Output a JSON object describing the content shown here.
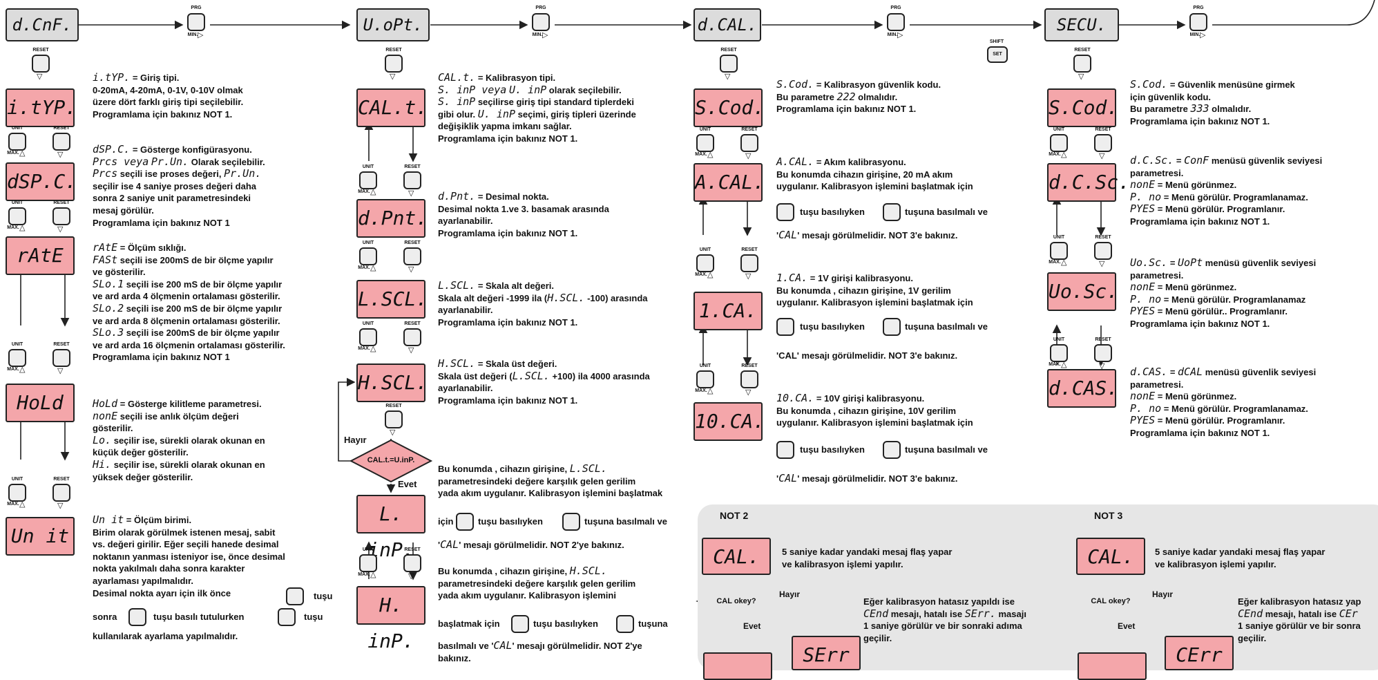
{
  "top": {
    "menus": [
      "d.CnF.",
      "U.oPt.",
      "d.CAL.",
      "SECU."
    ],
    "prg_label": "PRG",
    "min_label": "MIN."
  },
  "buttons": {
    "reset": "RESET",
    "unit": "UNIT",
    "max": "MAX.",
    "shift": "SHIFT",
    "set": "SET"
  },
  "col1": {
    "params": [
      "i.tYP.",
      "dSP.C.",
      "rAtE",
      "HoLd",
      "Un it"
    ],
    "itype": {
      "title": "= Giriş tipi.",
      "lines": [
        "0-20mA, 4-20mA, 0-1V, 0-10V olmak",
        "üzere dört farklı giriş tipi seçilebilir.",
        "Programlama için bakınız NOT 1."
      ]
    },
    "dspc": {
      "title": "= Gösterge konfigürasyonu.",
      "l1a": "Prcs veya",
      "l1b": "Pr.Un.",
      "l1c": "Olarak seçilebilir.",
      "l2a": "Prcs",
      "l2b": "seçili ise proses değeri,",
      "l2c": "Pr.Un.",
      "lines": [
        "seçilir ise 4 saniye proses değeri daha",
        "sonra 2 saniye unit parametresindeki",
        "mesaj görülür.",
        "Programlama için bakınız NOT 1"
      ]
    },
    "rate": {
      "title": "= Ölçüm sıklığı.",
      "items": [
        {
          "code": "FASt",
          "text": "seçili ise 200mS de bir ölçme yapılır"
        },
        {
          "code": "",
          "text": "ve gösterilir."
        },
        {
          "code": "SLo.1",
          "text": "seçili ise 200 mS de bir ölçme yapılır"
        },
        {
          "code": "",
          "text": "ve ard arda 4 ölçmenin ortalaması gösterilir."
        },
        {
          "code": "SLo.2",
          "text": "seçili ise 200 mS de bir ölçme yapılır"
        },
        {
          "code": "",
          "text": "ve ard arda 8 ölçmenin ortalaması gösterilir."
        },
        {
          "code": "SLo.3",
          "text": "seçili ise 200mS de bir ölçme yapılır"
        },
        {
          "code": "",
          "text": "ve ard arda 16 ölçmenin ortalaması gösterilir."
        },
        {
          "code": "",
          "text": "Programlama için bakınız NOT 1"
        }
      ]
    },
    "hold": {
      "title": "= Gösterge kilitleme parametresi.",
      "items": [
        {
          "code": "nonE",
          "text": "seçili ise anlık ölçüm değeri"
        },
        {
          "code": "",
          "text": "gösterilir."
        },
        {
          "code": "Lo.",
          "text": "seçilir ise, sürekli olarak okunan en"
        },
        {
          "code": "",
          "text": "küçük değer gösterilir."
        },
        {
          "code": "Hi.",
          "text": "seçilir ise, sürekli olarak okunan en"
        },
        {
          "code": "",
          "text": "yüksek değer gösterilir."
        }
      ]
    },
    "unit": {
      "title": "= Ölçüm birimi.",
      "lines": [
        "Birim olarak görülmek istenen mesaj, sabit",
        "vs. değeri girilir. Eğer seçili hanede desimal",
        "noktanın yanması isteniyor ise, önce desimal",
        "nokta yakılmalı daha sonra karakter",
        "ayarlaması  yapılmalıdır.",
        "Desimal nokta ayarı için ilk önce"
      ],
      "tusu": "tuşu",
      "sonra": "sonra",
      "tusu_basili": "tuşu basılı tutulurken",
      "tusu2": "tuşu",
      "last": "kullanılarak ayarlama yapılmalıdır."
    }
  },
  "col2": {
    "params": [
      "CAL.t.",
      "d.Pnt.",
      "L.SCL.",
      "H.SCL.",
      "L. inP.",
      "H. inP."
    ],
    "calt": {
      "title": "= Kalibrasyon tipi.",
      "l1a": "S. inP veya",
      "l1b": "U. inP",
      "l1c": "olarak seçilebilir.",
      "l2a": "S. inP",
      "l2b": "seçilirse giriş tipi standard tiplerdeki",
      "l3a": "gibi olur.",
      "l3b": "U. inP",
      "l3c": "seçimi, giriş tipleri üzerinde",
      "lines": [
        "değişiklik yapma imkanı sağlar.",
        "Programlama için bakınız NOT 1."
      ]
    },
    "dpnt": {
      "title": "= Desimal nokta.",
      "lines": [
        "Desimal nokta 1.ve 3. basamak arasında",
        "ayarlanabilir.",
        "Programlama için bakınız NOT 1."
      ]
    },
    "lscl": {
      "title": "= Skala alt değeri.",
      "l1a": "Skala alt değeri -1999 ila (",
      "l1b": "H.SCL.",
      "l1c": "-100) arasında",
      "lines": [
        "ayarlanabilir.",
        "Programlama için bakınız NOT 1."
      ]
    },
    "hscl": {
      "title": "= Skala üst değeri.",
      "l1a": "Skala üst değeri (",
      "l1b": "L.SCL.",
      "l1c": "+100) ila 4000 arasında",
      "lines": [
        "ayarlanabilir.",
        "Programlama için bakınız NOT 1."
      ]
    },
    "decision": {
      "label": "CAL.t.=U.inP.",
      "no": "Hayır",
      "yes": "Evet"
    },
    "linp": {
      "l1a": "Bu konumda , cihazın girişine,",
      "l1b": "L.SCL.",
      "lines": [
        "parametresindeki değere karşılık gelen gerilim",
        "yada akım uygulanır. Kalibrasyon işlemini başlatmak"
      ],
      "for": "için",
      "pressed": "tuşu basılıyken",
      "press": "tuşuna basılmalı ve",
      "end_a": "'",
      "end_b": "CAL",
      "end_c": "' mesajı görülmelidir. NOT 2'ye bakınız."
    },
    "hinp": {
      "l1a": "Bu konumda , cihazın girişine,",
      "l1b": "H.SCL.",
      "lines": [
        "parametresindeki değere karşılık gelen gerilim",
        "yada akım uygulanır. Kalibrasyon işlemini"
      ],
      "start": "başlatmak için",
      "pressed": "tuşu basılıyken",
      "press": "tuşuna",
      "end1_a": "basılmalı ve '",
      "end1_b": "CAL",
      "end1_c": "' mesajı görülmelidir. NOT 2'ye",
      "end2": "bakınız."
    }
  },
  "col3": {
    "params": [
      "S.Cod.",
      "A.CAL.",
      "1.CA.",
      "10.CA."
    ],
    "scod": {
      "title": "= Kalibrasyon güvenlik kodu.",
      "l1a": "Bu parametre",
      "l1b": "222",
      "l1c": "olmalıdır.",
      "lines": [
        "Programlama için bakınız NOT 1."
      ]
    },
    "acal": {
      "title": "= Akım kalibrasyonu.",
      "lines": [
        "Bu konumda cihazın girişine, 20 mA akım",
        "uygulanır. Kalibrasyon işlemini başlatmak için"
      ],
      "pressed": "tuşu basılıyken",
      "press": "tuşuna basılmalı ve",
      "end_a": "'",
      "end_b": "CAL",
      "end_c": "' mesajı görülmelidir. NOT 3'e bakınız."
    },
    "ica": {
      "title": "= 1V girişi kalibrasyonu.",
      "lines": [
        "Bu konumda , cihazın girişine, 1V gerilim",
        "uygulanır. Kalibrasyon işlemini başlatmak için"
      ],
      "pressed": "tuşu basılıyken",
      "press": "tuşuna basılmalı ve",
      "end": "'CAL' mesajı görülmelidir. NOT 3'e bakınız."
    },
    "tenca": {
      "title": "= 10V girişi kalibrasyonu.",
      "lines": [
        "Bu konumda , cihazın girişine, 10V gerilim",
        "uygulanır. Kalibrasyon işlemini başlatmak için"
      ],
      "pressed": "tuşu basılıyken",
      "press": "tuşuna basılmalı ve",
      "end_a": "'",
      "end_b": "CAL",
      "end_c": "' mesajı görülmelidir. NOT 3'e bakınız."
    }
  },
  "col4": {
    "params": [
      "S.Cod.",
      "d.C.Sc.",
      "Uo.Sc.",
      "d.CAS."
    ],
    "scod": {
      "title": "= Güvenlik menüsüne girmek",
      "lines": [
        "için güvenlik kodu."
      ],
      "l2a": "Bu parametre",
      "l2b": "333",
      "l2c": "olmalıdır.",
      "last": "Programlama için bakınız NOT 1."
    },
    "dcsc": {
      "title_a": "=",
      "title_b": "ConF",
      "title_c": "menüsü güvenlik seviyesi",
      "sub": "parametresi.",
      "items": [
        {
          "code": "nonE",
          "text": "= Menü görünmez."
        },
        {
          "code": "P. no",
          "text": "= Menü görülür. Programlanamaz."
        },
        {
          "code": "PYES",
          "text": "= Menü görülür. Programlanır."
        }
      ],
      "last": "Programlama için bakınız NOT 1."
    },
    "uosc": {
      "title_a": "=",
      "title_b": "UoPt",
      "title_c": "menüsü güvenlik seviyesi",
      "sub": "parametresi.",
      "items": [
        {
          "code": "nonE",
          "text": "= Menü görünmez."
        },
        {
          "code": "P. no",
          "text": "= Menü görülür. Programlanamaz"
        },
        {
          "code": "PYES",
          "text": "= Menü görülür.. Programlanır."
        }
      ],
      "last": "Programlama için bakınız NOT 1."
    },
    "dcas": {
      "title_a": "=",
      "title_b": "dCAL",
      "title_c": "menüsü güvenlik seviyesi",
      "sub": "parametresi.",
      "items": [
        {
          "code": "nonE",
          "text": "= Menü görünmez."
        },
        {
          "code": "P. no",
          "text": "= Menü görülür. Programlanamaz."
        },
        {
          "code": "PYES",
          "text": "= Menü görülür. Programlanır."
        }
      ],
      "last": "Programlama için bakınız NOT 1."
    }
  },
  "note2": {
    "title": "NOT 2",
    "flash": "CAL.",
    "flash_lines": [
      "5 saniye kadar yandaki mesaj flaş yapar",
      "ve kalibrasyon işlemi yapılır."
    ],
    "diamond": "CAL okey?",
    "no": "Hayır",
    "yes": "Evet",
    "result_a": "Eğer kalibrasyon hatasız yapıldı ise",
    "result_b1": "CEnd",
    "result_b2": "mesajı, hatalı ise",
    "result_b3": "SErr.",
    "result_b4": "masajı",
    "result_lines": [
      "1 saniye görülür ve bir sonraki adıma",
      "geçilir."
    ],
    "err": "SErr"
  },
  "note3": {
    "title": "NOT 3",
    "flash": "CAL.",
    "flash_lines": [
      "5 saniye kadar yandaki mesaj flaş yapar",
      "ve kalibrasyon işlemi yapılır."
    ],
    "diamond": "CAL okey?",
    "no": "Hayır",
    "yes": "Evet",
    "result_a": "Eğer kalibrasyon hatasız yap",
    "result_b1": "CEnd",
    "result_b2": "mesajı, hatalı ise",
    "result_b3": "CEr",
    "result_lines": [
      "1 saniye görülür ve bir sonra",
      "geçilir."
    ],
    "err": "CErr"
  }
}
